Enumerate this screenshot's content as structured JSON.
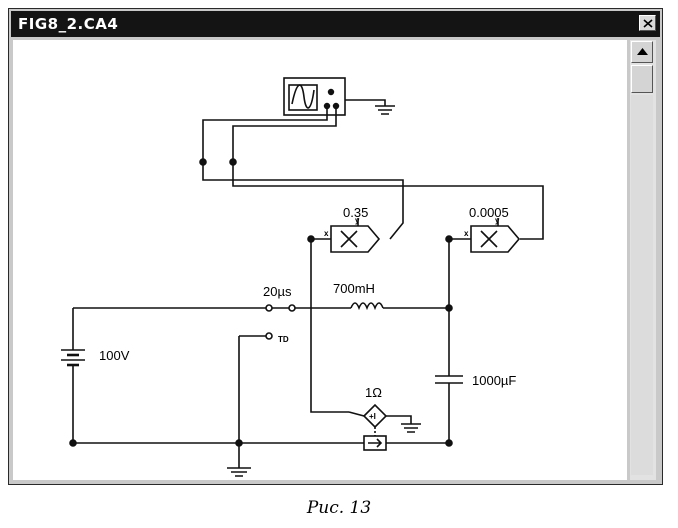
{
  "window": {
    "title": "FIG8_2.CA4"
  },
  "circuit": {
    "battery_label": "100V",
    "switch_time_label": "20µs",
    "switch_key_label": "TD",
    "inductor_label": "700mH",
    "capacitor_label": "1000µF",
    "sensor_label": "1Ω",
    "multiplier1_value": "0.35",
    "multiplier2_value": "0.0005",
    "mult_x_label": "x",
    "mult_y_label": "y",
    "sensor_sign": "+I"
  },
  "caption": "Рис. 13"
}
